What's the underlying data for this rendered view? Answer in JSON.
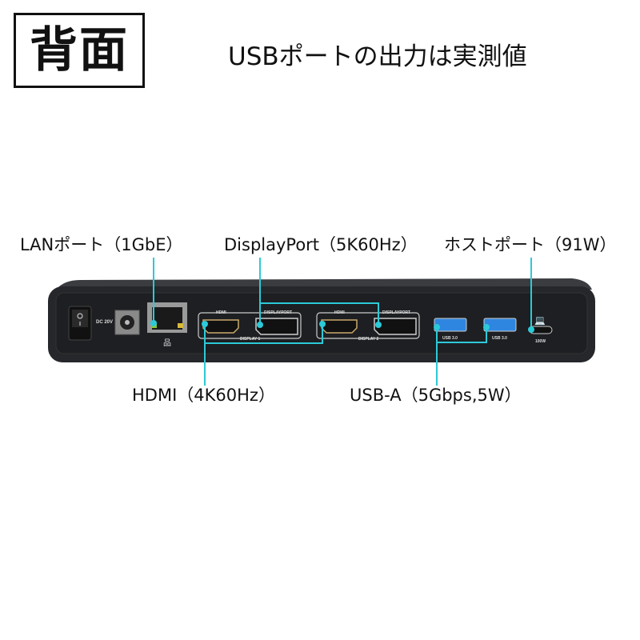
{
  "header": {
    "title": "背面",
    "subtitle": "USBポートの出力は実測値"
  },
  "callouts": {
    "lan": "LANポート（1GbE）",
    "displayport": "DisplayPort（5K60Hz）",
    "host_port": "ホストポート（91W）",
    "hdmi": "HDMI（4K60Hz）",
    "usb_a": "USB-A（5Gbps,5W）"
  },
  "device": {
    "dc_label": "DC 20V",
    "hdmi_label": "HDMI",
    "displayport_label": "DISPLAYPORT",
    "display1_label": "DISPLAY 1",
    "display2_label": "DISPLAY 2",
    "usb_label": "USB 3.0",
    "host_power_label": "100W"
  },
  "colors": {
    "callout_line": "#2ccad8",
    "device_body": "#2a2c30",
    "usb_port": "#2f86e0",
    "hdmi_port": "#c9a86a"
  }
}
